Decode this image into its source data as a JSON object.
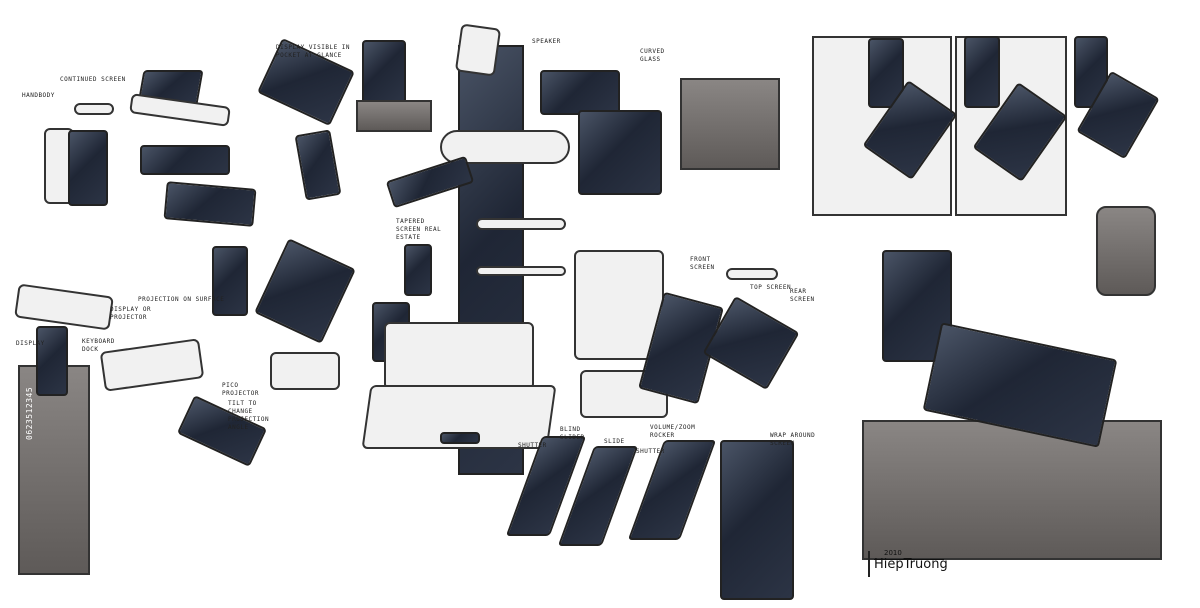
{
  "annotations": {
    "handset": "Handbody",
    "continued_screen": "Continued screen",
    "display_visible": "Display visible in pocket at glance",
    "display_projector": "Display or projector",
    "projection_surface": "Projection on surface",
    "keyboard_dock": "Keyboard dock",
    "display": "Display",
    "pico_projector": "Pico projector",
    "tilt": "Tilt to change projection angle",
    "tapered_screen": "Tapered screen real estate",
    "speaker": "Speaker",
    "curved_glass": "Curved glass",
    "front_screen": "Front screen",
    "top_screen": "Top screen",
    "rear_screen": "Rear screen",
    "shutter1": "Shutter",
    "blind_slider": "Blind slider",
    "slider": "Slide",
    "volume_lock": "Volume/zoom rocker",
    "shutter2": "Shutter",
    "wrap_screen": "Wrap around screen",
    "keypad_digits": "0623512345"
  },
  "signature": {
    "name": "HiepTruong",
    "year": "2010"
  },
  "colors": {
    "marker_dark": "#1f2635",
    "marker_grey": "#6e6a68",
    "paper": "#ffffff"
  }
}
